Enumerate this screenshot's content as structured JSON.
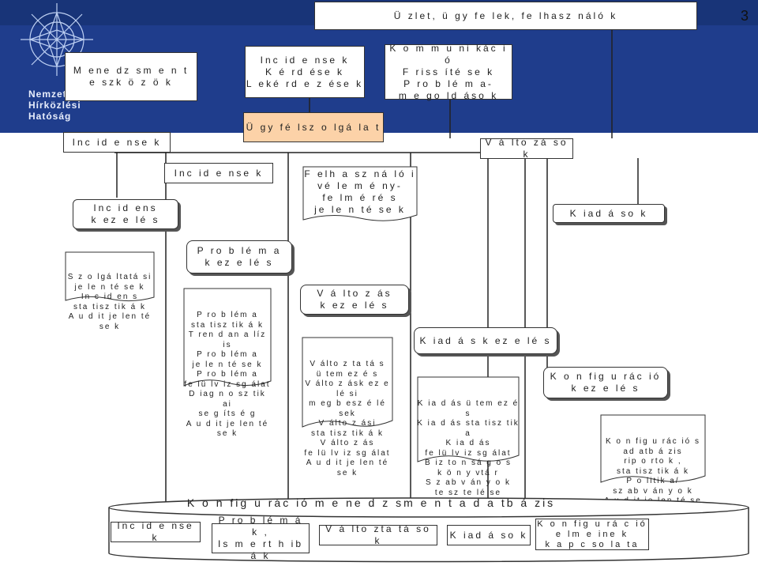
{
  "slide_number": "3",
  "header": {
    "top_box": "Ü zlet, ü gy fe lek, fe lhasz náló k",
    "logo_lines": [
      "Nemzeti",
      "Hírközlési",
      "Hatóság"
    ]
  },
  "boxes": {
    "menedzsment": "M ene dz sm e n t\ne szk ö z ö k",
    "incidensek_kerdesek": "Inc id e nse k\nK é rd ése k\nL eké rd e z ése k",
    "kommunikacio": "K o m m u ni kác i ó\nF riss íté se k\nP ro b lé m a-\nm e go ld áso k",
    "ugyfelszolgalat": "Ü gy fé lsz o lgá la t",
    "incidensek_left": "Inc id e nse k",
    "valtozasok": "V á lto zá so k",
    "incidensek_mid": "Inc id e nse k",
    "felhasznaloi": "F elh a sz ná ló i\nvé le m é ny-\nfe lm é ré s\nje le n té se k",
    "incidenskezeles": "Inc id ens\nk ez e lé s",
    "kiadasok_top": "K iad á so k",
    "problemakezeles": "P ro b lé m a\nk ez e lé s",
    "valtozaskezeles": "V á lto z ás\nk ez e lé s",
    "kiadaskezeles": "K iad á s k ez e lé s",
    "konfiguraciokezeles": "K o n fig u rác ió\nk ez e lé s"
  },
  "documents": {
    "szolgaltatasi": "S z o lgá ltatá si\nje le n té se k\nIn c id en s\nsta tisz tik á k\nA u d it je len té se k",
    "problema_list": "P ro b lém a\nsta tisz tik á k\nT ren d an a líz is\nP ro b lém a\nje le n té se k\nP ro b lém a\nfe lü lv iz sg álat\nD iag n o sz tik ai\nse g íts é g\nA u d it je len té se k",
    "valtozas_list": "V álto z ta tá s\nü tem ez é s\nV álto z ásk ez e lé si\nm eg b esz é lé sek\nV álto z ási\nsta tisz tik á k\nV álto z ás\nfe lü lv iz sg álat\nA u d it je len té se k",
    "kiadas_list": "K ia d ás ü tem ez é s\nK ia d ás sta tisz tik a\nK ia d ás\nfe lü lv iz sg álat\nB iz to n sá g o s\nk ö n y vtá r\nS z ab v án y o k\nte sz te lé se\nA u d it je len té se k",
    "konfig_list": "K o n fig u rác ió s\nad atb á zis\nrip o rto k ,\nsta tisz tik á k\nP o litik a/\nsz ab v án y o k\nA u d it je len té se k"
  },
  "database": {
    "title": "K o n fig u rác ió m e ne d z sm e n t a d a tb á zis",
    "items": [
      "Inc id e nse k",
      "P ro b lé m á k ,\nIs m e rt h ib á k",
      "V á lto zta tá so k",
      "K iad á so k",
      "K o n fig u rá c ió\ne lm e ine k\nk a p c so la ta"
    ]
  }
}
